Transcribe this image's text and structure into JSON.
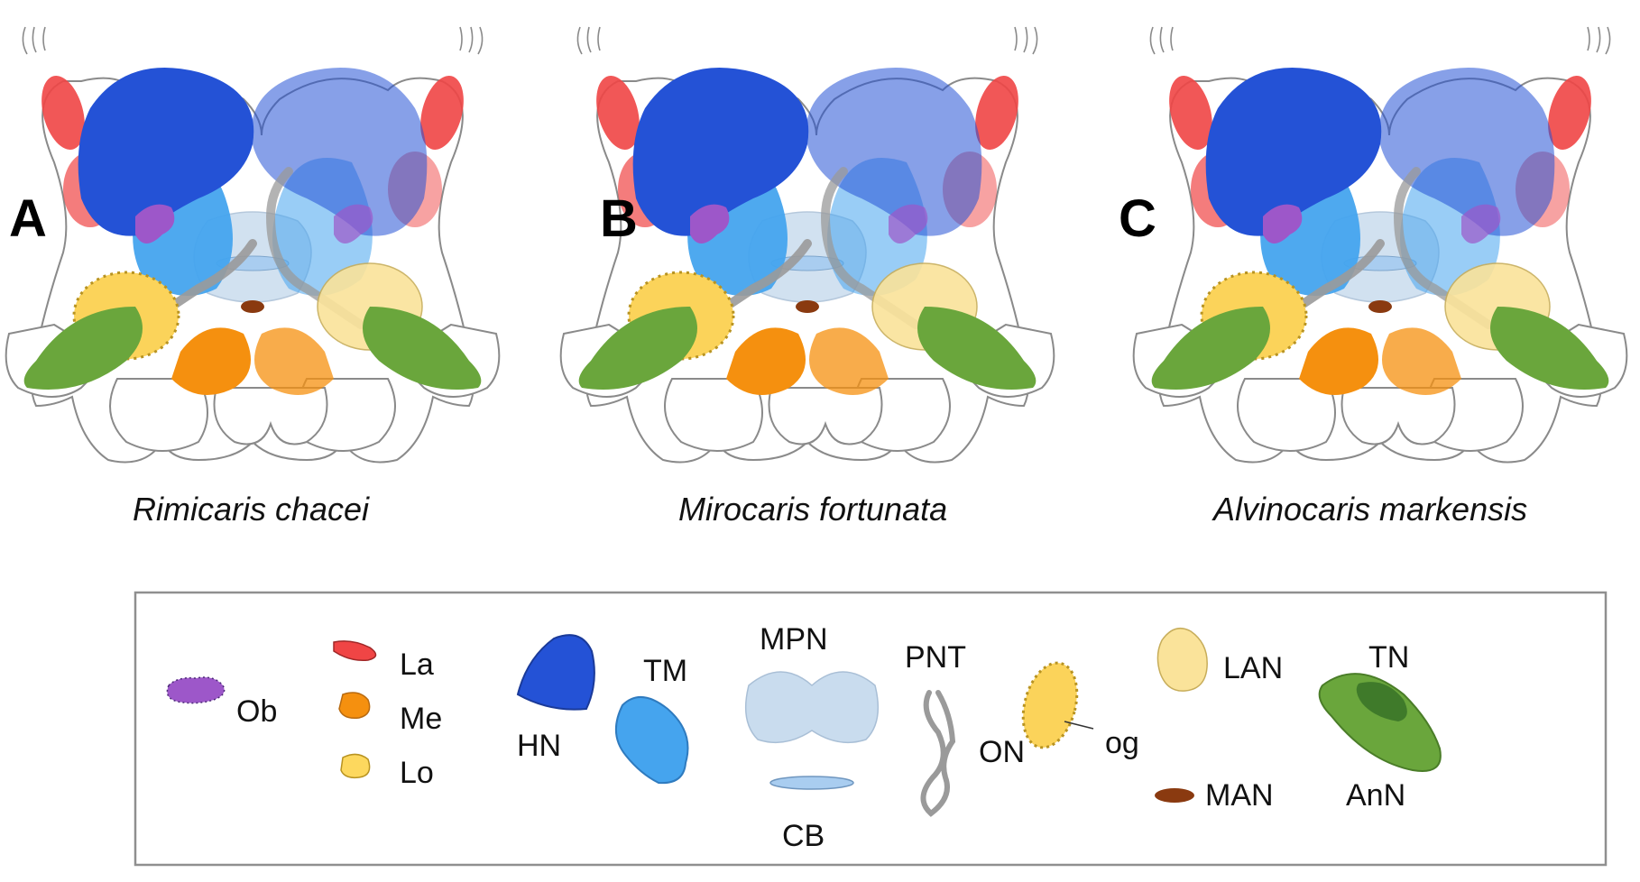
{
  "panels": [
    {
      "letter": "A",
      "species": "Rimicaris chacei"
    },
    {
      "letter": "B",
      "species": "Mirocaris fortunata"
    },
    {
      "letter": "C",
      "species": "Alvinocaris markensis"
    }
  ],
  "legend": {
    "ob": "Ob",
    "la": "La",
    "me": "Me",
    "lo": "Lo",
    "hn": "HN",
    "tm": "TM",
    "mpn": "MPN",
    "cb": "CB",
    "pnt": "PNT",
    "on": "ON",
    "og": "og",
    "lan": "LAN",
    "man": "MAN",
    "tn": "TN",
    "ann": "AnN"
  },
  "colors": {
    "hemi_ellipsoid": "#2452d6",
    "terminal_medulla": "#45a4ee",
    "lamina": "#f04545",
    "medulla": "#f5900f",
    "lobula": "#fdd85e",
    "median_protocerebral": "#c9dcee",
    "central_body": "#a9cdf0",
    "tract": "#9a9a9a",
    "olfactory": "#fbd35a",
    "lateral_antennular": "#fae39a",
    "median_antennular": "#8a3a10",
    "antenna2": "#6aa63c",
    "tegumentary": "#3f7a2a",
    "glomeruli": "#9d57c9"
  }
}
